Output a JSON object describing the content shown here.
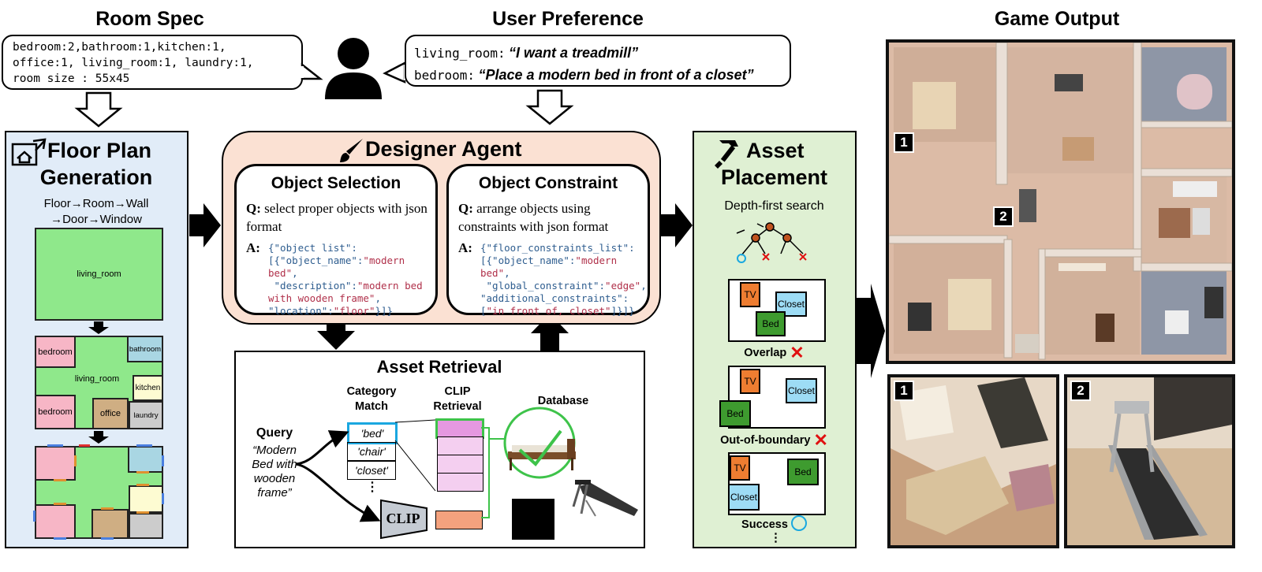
{
  "room_spec": {
    "title": "Room Spec",
    "line1": "bedroom:2,bathroom:1,kitchen:1,",
    "line2": "office:1, living_room:1, laundry:1,",
    "line3": "room size : 55x45"
  },
  "user_pref": {
    "title": "User Preference",
    "key1": "living_room:",
    "val1": "“I want a treadmill”",
    "key2": "bedroom:",
    "val2": "“Place a modern bed in front of a closet”"
  },
  "game_output": {
    "title": "Game Output",
    "badge1": "1",
    "badge2": "2"
  },
  "floor_plan": {
    "title_line1": "Floor Plan",
    "title_line2": "Generation",
    "flow_line1": "Floor→Room→Wall",
    "flow_line2": "→Door→Window",
    "living_room": "living_room",
    "rooms": {
      "bedroom": "bedroom",
      "bathroom": "bathroom",
      "living_room": "living_room",
      "kitchen": "kitchen",
      "office": "office",
      "laundry": "laundry"
    }
  },
  "designer": {
    "title": "Designer Agent",
    "selection": {
      "title": "Object Selection",
      "q_label": "Q:",
      "q_text": "select proper objects with json format",
      "a_label": "A:",
      "code1": "{\"object list\":",
      "code2a": "[{\"object_name\":",
      "code2b": "\"modern bed\"",
      "code2c": ",",
      "code3a": "\"description\":",
      "code3b": "\"modern bed",
      "code4a": "with wooden frame\"",
      "code4b": ",",
      "code5a": "\"location\":",
      "code5b": "\"floor\"",
      "code5c": "}]}"
    },
    "constraint": {
      "title": "Object Constraint",
      "q_label": "Q:",
      "q_text": "arrange objects using constraints with json format",
      "a_label": "A:",
      "code1": "{\"floor_constraints_list\":",
      "code2a": "[{\"object_name\":",
      "code2b": "\"modern bed\"",
      "code2c": ",",
      "code3a": "\"global_constraint\":",
      "code3b": "\"edge\"",
      "code3c": ",",
      "code4": "\"additional_constraints\":",
      "code5a": "[",
      "code5b": "\"in front of, closet\"",
      "code5c": "]}]}"
    }
  },
  "retrieval": {
    "title": "Asset Retrieval",
    "query_label": "Query",
    "query_text1": "“Modern",
    "query_text2": "Bed with",
    "query_text3": "wooden",
    "query_text4": "frame”",
    "cat_title1": "Category",
    "cat_title2": "Match",
    "cats": [
      "'bed'",
      "'chair'",
      "'closet'"
    ],
    "ellipsis": "⋮",
    "clip_title1": "CLIP",
    "clip_title2": "Retrieval",
    "clip_label": "CLIP",
    "db_title": "Database"
  },
  "placement": {
    "title_line1": "Asset",
    "title_line2": "Placement",
    "subtitle": "Depth-first search",
    "tv": "TV",
    "closet": "Closet",
    "bed": "Bed",
    "overlap": "Overlap",
    "oob": "Out-of-boundary",
    "success": "Success",
    "ellipsis": "⋮"
  },
  "colors": {
    "floorplan_bg": "#e1ecf8",
    "designer_bg": "#fbe1d3",
    "placement_bg": "#dff0d3",
    "green_room": "#8fe88b",
    "bedroom": "#f7b6c6",
    "bathroom": "#a9d6e3",
    "kitchen": "#fdfbd2",
    "office": "#cfae83",
    "laundry": "#cccccc",
    "tv": "#ee7d31",
    "closet": "#9ddcf5",
    "bed": "#3e9b2f",
    "red_x": "#e01010",
    "cyan_o": "#19a8e0"
  },
  "icons": [
    "person-icon",
    "floorplan-icon",
    "brush-icon",
    "hammer-icon",
    "checkmark-icon",
    "cross-icon",
    "circle-icon"
  ]
}
